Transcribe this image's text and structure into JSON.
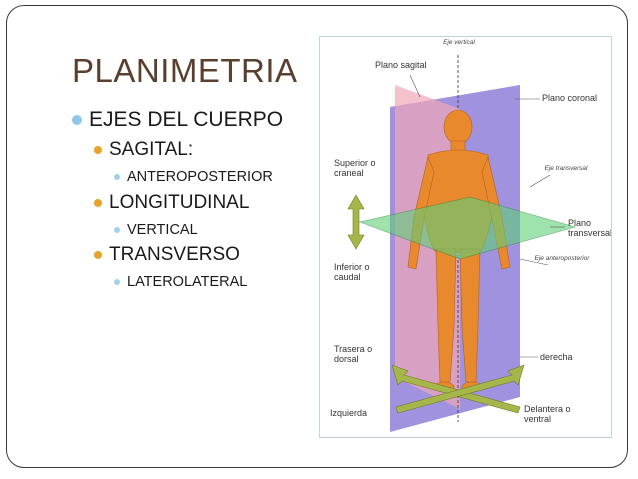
{
  "slide": {
    "title": "PLANIMETRIA",
    "bullets": [
      {
        "text": "EJES DEL CUERPO"
      },
      {
        "text": "SAGITAL:"
      },
      {
        "text": "ANTEROPOSTERIOR"
      },
      {
        "text": "LONGITUDINAL"
      },
      {
        "text": "VERTICAL"
      },
      {
        "text": "TRANSVERSO"
      },
      {
        "text": "LATEROLATERAL"
      }
    ]
  },
  "figure": {
    "labels": {
      "eje_vertical": "Eje vertical",
      "plano_sagital": "Plano sagital",
      "plano_coronal": "Plano coronal",
      "superior": "Superior o craneal",
      "eje_transversal": "Eje transversal",
      "plano_transversal": "Plano transversal",
      "eje_anteroposterior": "Eje anteroposterior",
      "inferior": "Inferior o caudal",
      "trasera": "Trasera o dorsal",
      "derecha": "derecha",
      "izquierda": "Izquierda",
      "delantera": "Delantera o ventral"
    }
  },
  "colors": {
    "title": "#5a3f2e",
    "bullet_l1": "#8ec7e8",
    "bullet_l2": "#e7a32a",
    "coronal_plane": "#8f7fd8",
    "sagittal_plane": "#f0a6b8",
    "transverse_plane": "#5fcf78",
    "body": "#e8892e",
    "arrows": "#a7b64a"
  }
}
